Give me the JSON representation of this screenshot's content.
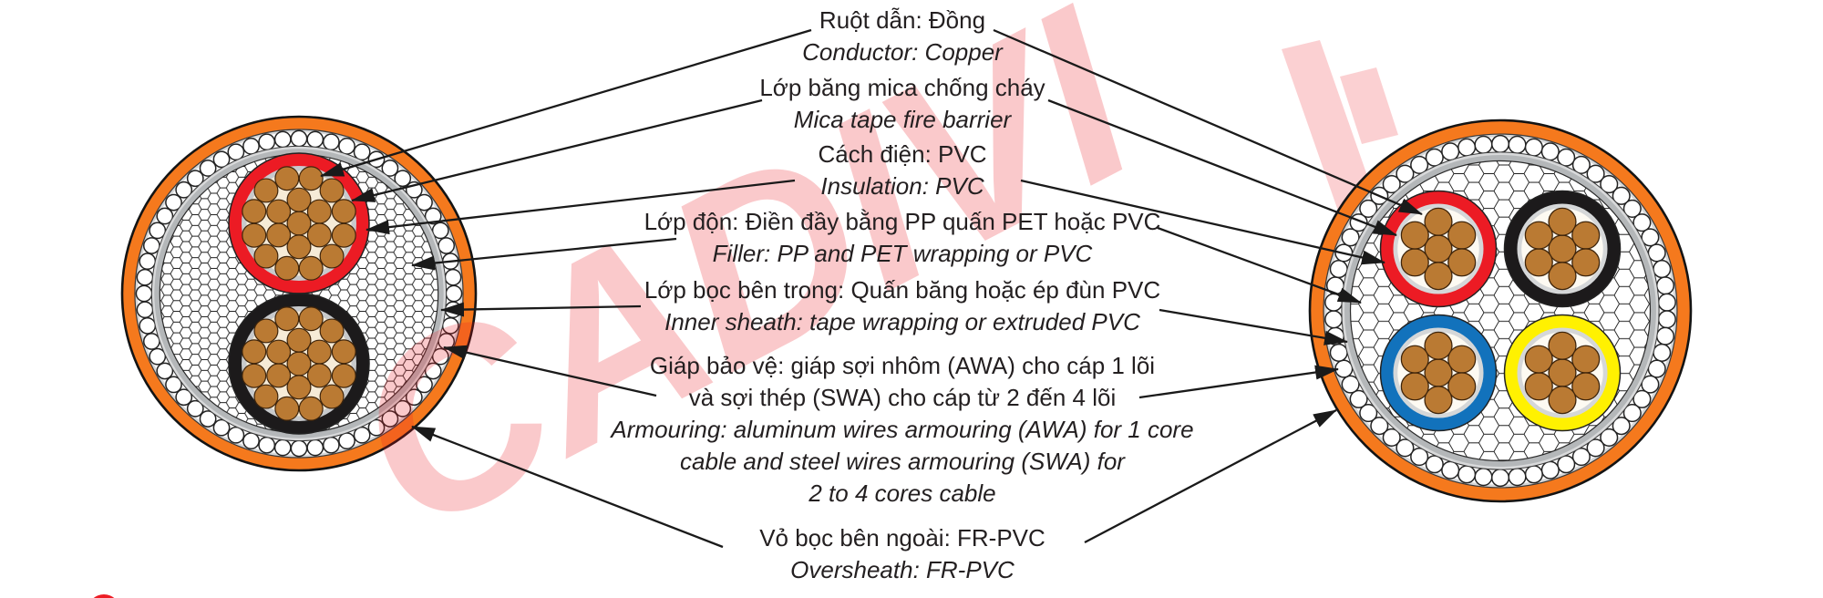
{
  "watermark": {
    "text": "CADIVI"
  },
  "colors": {
    "watermark": "#ED1C24",
    "line": "#1A1A1A",
    "text": "#231F20",
    "oversheath_orange": "#F5791D",
    "armour_band": "#D8D9DA",
    "armour_wire": "#FFFFFF",
    "inner_sheath_gray": "#B4B7B9",
    "mesh_white": "#FFFFFF",
    "copper": "#BA7A33",
    "copper_edge": "#3F250B",
    "tape_gray": "#C8CACC",
    "cream": "#F6EBD7",
    "core_red": "#EC1B24",
    "core_black": "#1C1A1B",
    "core_blue": "#1272BC",
    "core_yellow": "#FFF101",
    "logo_dot": "#ED1C24"
  },
  "left_cable": {
    "cores": [
      "red",
      "black"
    ],
    "strands_per_core": 19
  },
  "right_cable": {
    "cores": [
      "red",
      "black",
      "blue",
      "yellow"
    ],
    "strands_per_core": 7
  },
  "labels": [
    {
      "vi": "Ruột dẫn: Đồng",
      "en": "Conductor: Copper"
    },
    {
      "vi": "Lớp băng mica chống cháy",
      "en": "Mica tape fire barrier"
    },
    {
      "vi": "Cách điện: PVC",
      "en": "Insulation: PVC"
    },
    {
      "vi": "Lớp độn: Điền đầy bằng PP quấn PET hoặc PVC",
      "en": "Filler: PP and PET wrapping or PVC"
    },
    {
      "vi": "Lớp bọc bên trong: Quấn băng hoặc ép đùn PVC",
      "en": "Inner sheath: tape wrapping or extruded PVC"
    },
    {
      "vi": "Giáp bảo vệ: giáp sợi nhôm (AWA) cho cáp 1 lõi\nvà sợi thép (SWA) cho cáp từ 2 đến 4 lõi",
      "en": "Armouring: aluminum wires armouring (AWA) for 1 core\ncable and steel wires armouring (SWA) for\n2 to 4 cores cable"
    },
    {
      "vi": "Vỏ bọc bên ngoài: FR-PVC",
      "en": "Oversheath: FR-PVC"
    }
  ]
}
